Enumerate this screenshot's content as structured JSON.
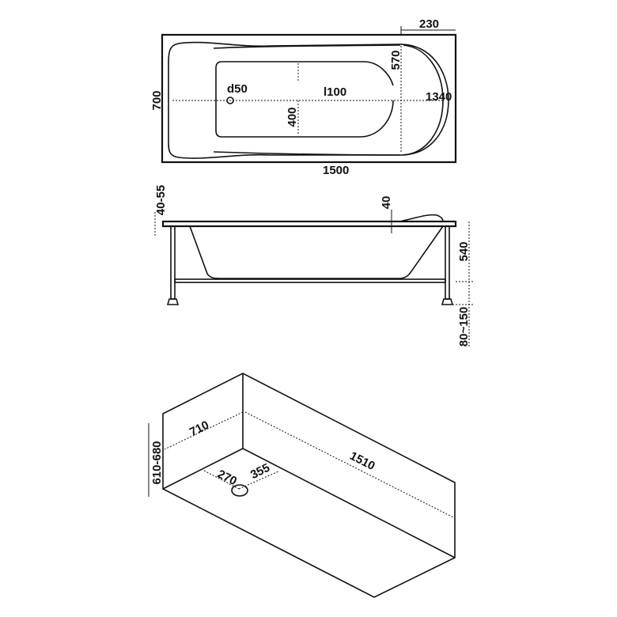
{
  "top_view": {
    "overall_length": "1500",
    "overall_width": "700",
    "head_offset": "230",
    "head_width": "570",
    "basin_width": "400",
    "drain": "d50",
    "basin_length": "l100",
    "inner_length": "1340"
  },
  "side_view": {
    "rim_thickness": "40-55",
    "headrest_height": "40",
    "tub_depth": "540",
    "leg_height": "80~150"
  },
  "niche_view": {
    "niche_width": "710",
    "niche_length": "1510",
    "niche_height": "610-680",
    "drain_offset_side": "270",
    "drain_offset_end": "355"
  },
  "colors": {
    "line": "#111111",
    "background": "#ffffff"
  }
}
